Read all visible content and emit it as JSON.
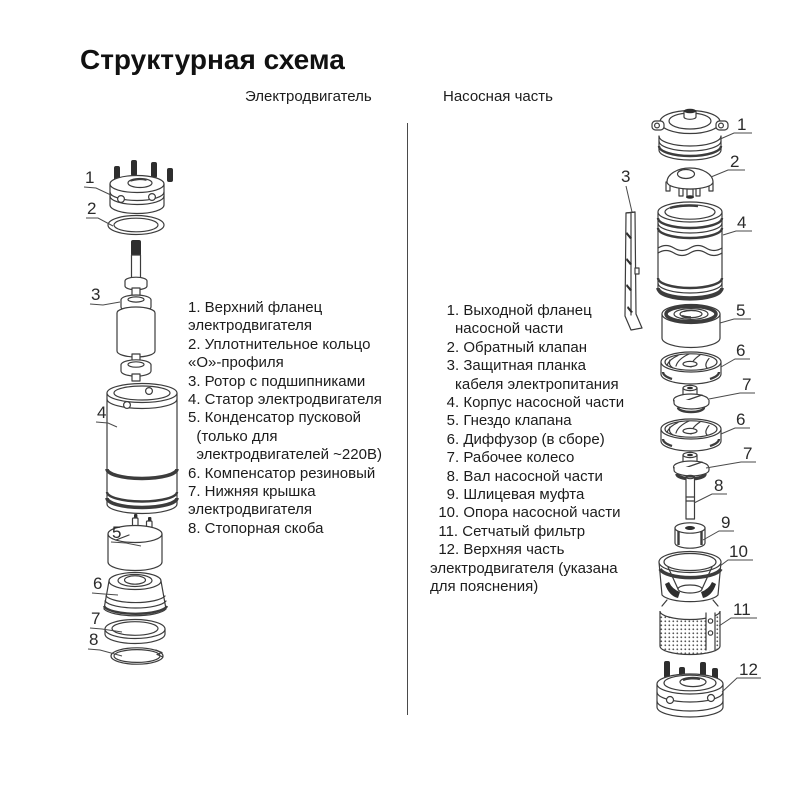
{
  "title": "Структурная схема",
  "colors": {
    "line": "#3c3c3c",
    "text": "#1c1c1c",
    "background": "#ffffff"
  },
  "sections": {
    "motor": {
      "header": "Электродвигатель",
      "items": [
        {
          "num": "1",
          "text": "Верхний фланец электродвигателя"
        },
        {
          "num": "2",
          "text": "Уплотнительное кольцо «О»-профиля"
        },
        {
          "num": "3",
          "text": "Ротор с подшипниками"
        },
        {
          "num": "4",
          "text": "Статор электродвигателя"
        },
        {
          "num": "5",
          "text": "Конденсатор пусковой (только для электродвигателей ~220В)"
        },
        {
          "num": "6",
          "text": "Компенсатор резиновый"
        },
        {
          "num": "7",
          "text": "Нижняя крышка электродвигателя"
        },
        {
          "num": "8",
          "text": "Стопорная скоба"
        }
      ],
      "legend_lines": [
        "1. Верхний фланец",
        "электродвигателя",
        "2. Уплотнительное кольцо",
        "«О»-профиля",
        "3. Ротор с подшипниками",
        "4. Статор электродвигателя",
        "5. Конденсатор пусковой",
        "  (только для",
        "  электродвигателей ~220В)",
        "6. Компенсатор резиновый",
        "7. Нижняя крышка",
        "электродвигателя",
        "8. Стопорная скоба"
      ],
      "callouts": [
        "1",
        "2",
        "3",
        "4",
        "5",
        "6",
        "7",
        "8"
      ]
    },
    "pump": {
      "header": "Насосная часть",
      "items": [
        {
          "num": "1",
          "text": "Выходной фланец насосной части"
        },
        {
          "num": "2",
          "text": "Обратный клапан"
        },
        {
          "num": "3",
          "text": "Защитная планка кабеля электропитания"
        },
        {
          "num": "4",
          "text": "Корпус насосной части"
        },
        {
          "num": "5",
          "text": "Гнездо клапана"
        },
        {
          "num": "6",
          "text": "Диффузор (в сборе)"
        },
        {
          "num": "7",
          "text": "Рабочее колесо"
        },
        {
          "num": "8",
          "text": "Вал насосной части"
        },
        {
          "num": "9",
          "text": "Шлицевая муфта"
        },
        {
          "num": "10",
          "text": "Опора насосной части"
        },
        {
          "num": "11",
          "text": "Сетчатый фильтр"
        },
        {
          "num": "12",
          "text": "Верхняя часть электродвигателя (указана для пояснения)"
        }
      ],
      "legend_lines": [
        "    1. Выходной фланец",
        "      насосной части",
        "    2. Обратный клапан",
        "    3. Защитная планка",
        "      кабеля электропитания",
        "    4. Корпус насосной части",
        "    5. Гнездо клапана",
        "    6. Диффузор (в сборе)",
        "    7. Рабочее колесо",
        "    8. Вал насосной части",
        "    9. Шлицевая муфта",
        "  10. Опора насосной части",
        "  11. Сетчатый фильтр",
        "  12. Верхняя часть",
        "электродвигателя (указана",
        "для пояснения)"
      ],
      "callouts": [
        "1",
        "2",
        "3",
        "4",
        "5",
        "6",
        "7",
        "6",
        "7",
        "8",
        "9",
        "10",
        "11",
        "12"
      ]
    }
  }
}
